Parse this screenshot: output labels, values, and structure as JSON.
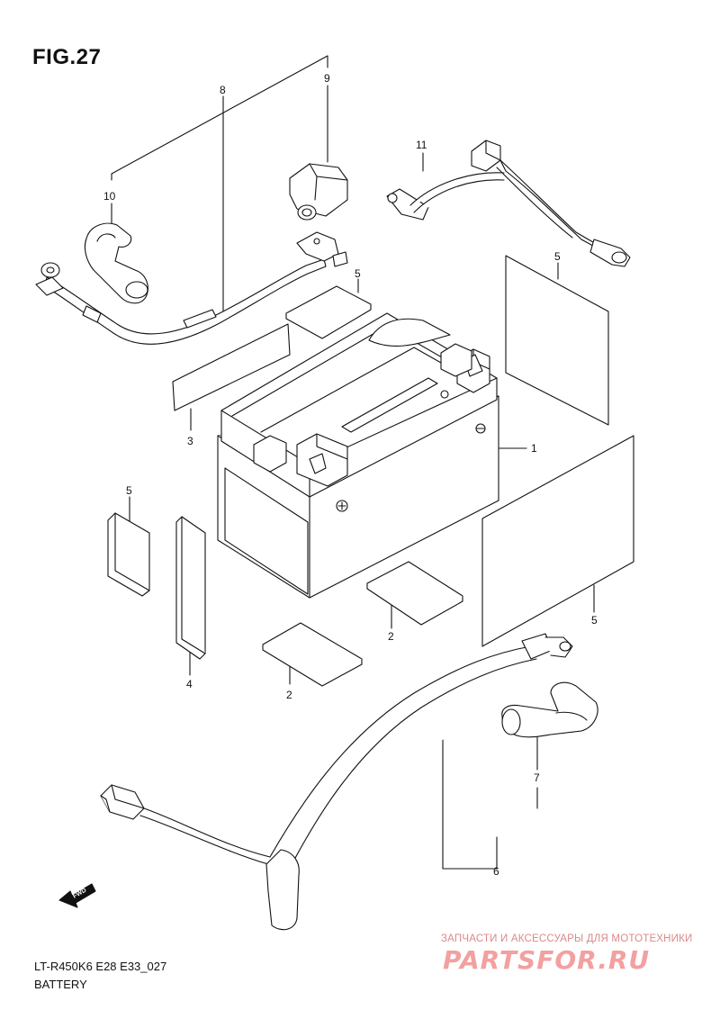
{
  "figure": {
    "title": "FIG.27",
    "code": "LT-R450K6 E28 E33_027",
    "name": "BATTERY"
  },
  "callouts": {
    "c1": "1",
    "c2a": "2",
    "c2b": "2",
    "c3": "3",
    "c4": "4",
    "c5a": "5",
    "c5b": "5",
    "c5c": "5",
    "c5d": "5",
    "c6": "6",
    "c7": "7",
    "c8": "8",
    "c9": "9",
    "c10": "10",
    "c11": "11"
  },
  "fwd": "FWD",
  "watermark": {
    "tagline": "ЗАПЧАСТИ И АКСЕССУАРЫ ДЛЯ МОТОТЕХНИКИ",
    "brand": "PARTSFOR.RU"
  },
  "colors": {
    "line": "#111111",
    "fill": "#ffffff",
    "watermark": "#f3a0a0"
  }
}
